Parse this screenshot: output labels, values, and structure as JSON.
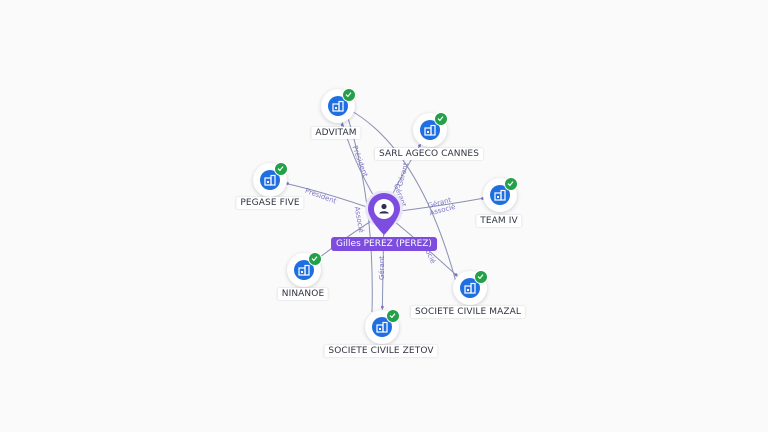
{
  "center": {
    "label": "Gilles PEREZ (PEREZ)",
    "icon": "person-icon"
  },
  "colors": {
    "accent": "#7c4dde",
    "company": "#1f6fe0",
    "verified": "#24a148",
    "edge": "#8a8fb5",
    "edge_label": "#7b74c9"
  },
  "nodes": [
    {
      "id": "advitam",
      "label": "ADVITAM",
      "icon": "company-icon"
    },
    {
      "id": "sarl-ageco-cannes",
      "label": "SARL AGECO CANNES",
      "icon": "company-icon"
    },
    {
      "id": "team-iv",
      "label": "TEAM IV",
      "icon": "company-icon"
    },
    {
      "id": "pegase-five",
      "label": "PEGASE FIVE",
      "icon": "company-icon"
    },
    {
      "id": "ninanoe",
      "label": "NINANOE",
      "icon": "company-icon"
    },
    {
      "id": "societe-civile-mazal",
      "label": "SOCIETE CIVILE MAZAL",
      "icon": "company-icon"
    },
    {
      "id": "societe-civile-zetov",
      "label": "SOCIETE CIVILE ZETOV",
      "icon": "company-icon"
    }
  ],
  "edges": [
    {
      "to": "advitam",
      "labels": [
        "Président",
        "Associé"
      ]
    },
    {
      "to": "sarl-ageco-cannes",
      "labels": [
        "Gérant"
      ]
    },
    {
      "to": "team-iv",
      "labels": [
        "Gérant",
        "Associé"
      ]
    },
    {
      "to": "pegase-five",
      "labels": [
        "Président"
      ]
    },
    {
      "to": "ninanoe",
      "labels": []
    },
    {
      "to": "societe-civile-mazal",
      "labels": [
        "Gérant",
        "Associé"
      ]
    },
    {
      "to": "societe-civile-zetov",
      "labels": [
        "Gérant"
      ]
    }
  ]
}
